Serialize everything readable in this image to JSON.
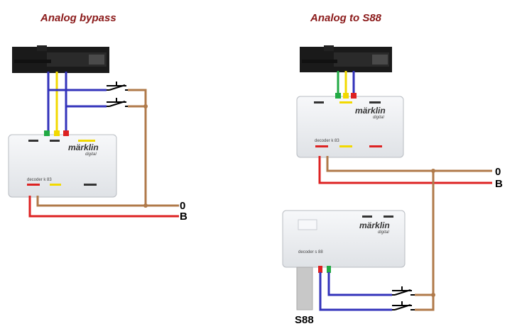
{
  "left": {
    "title": "Analog bypass",
    "terminal_0": "0",
    "terminal_b": "B",
    "decoder": {
      "brand": "märklin",
      "sub": "digital",
      "label": "decoder k 83"
    }
  },
  "right": {
    "title": "Analog to S88",
    "terminal_0": "0",
    "terminal_b": "B",
    "decoder_k83": {
      "brand": "märklin",
      "sub": "digital",
      "label": "decoder k 83"
    },
    "decoder_s88": {
      "brand": "märklin",
      "sub": "digital",
      "label": "decoder s 88"
    },
    "s88_label": "S88"
  },
  "colors": {
    "title": "#8b1a1a",
    "wire_blue": "#3333bb",
    "wire_yellow": "#f2d900",
    "wire_red": "#dd2222",
    "wire_green": "#22aa44",
    "wire_brown": "#b07a4a",
    "module_body": "#eef0f3",
    "signal_body": "#1a1a1a"
  }
}
